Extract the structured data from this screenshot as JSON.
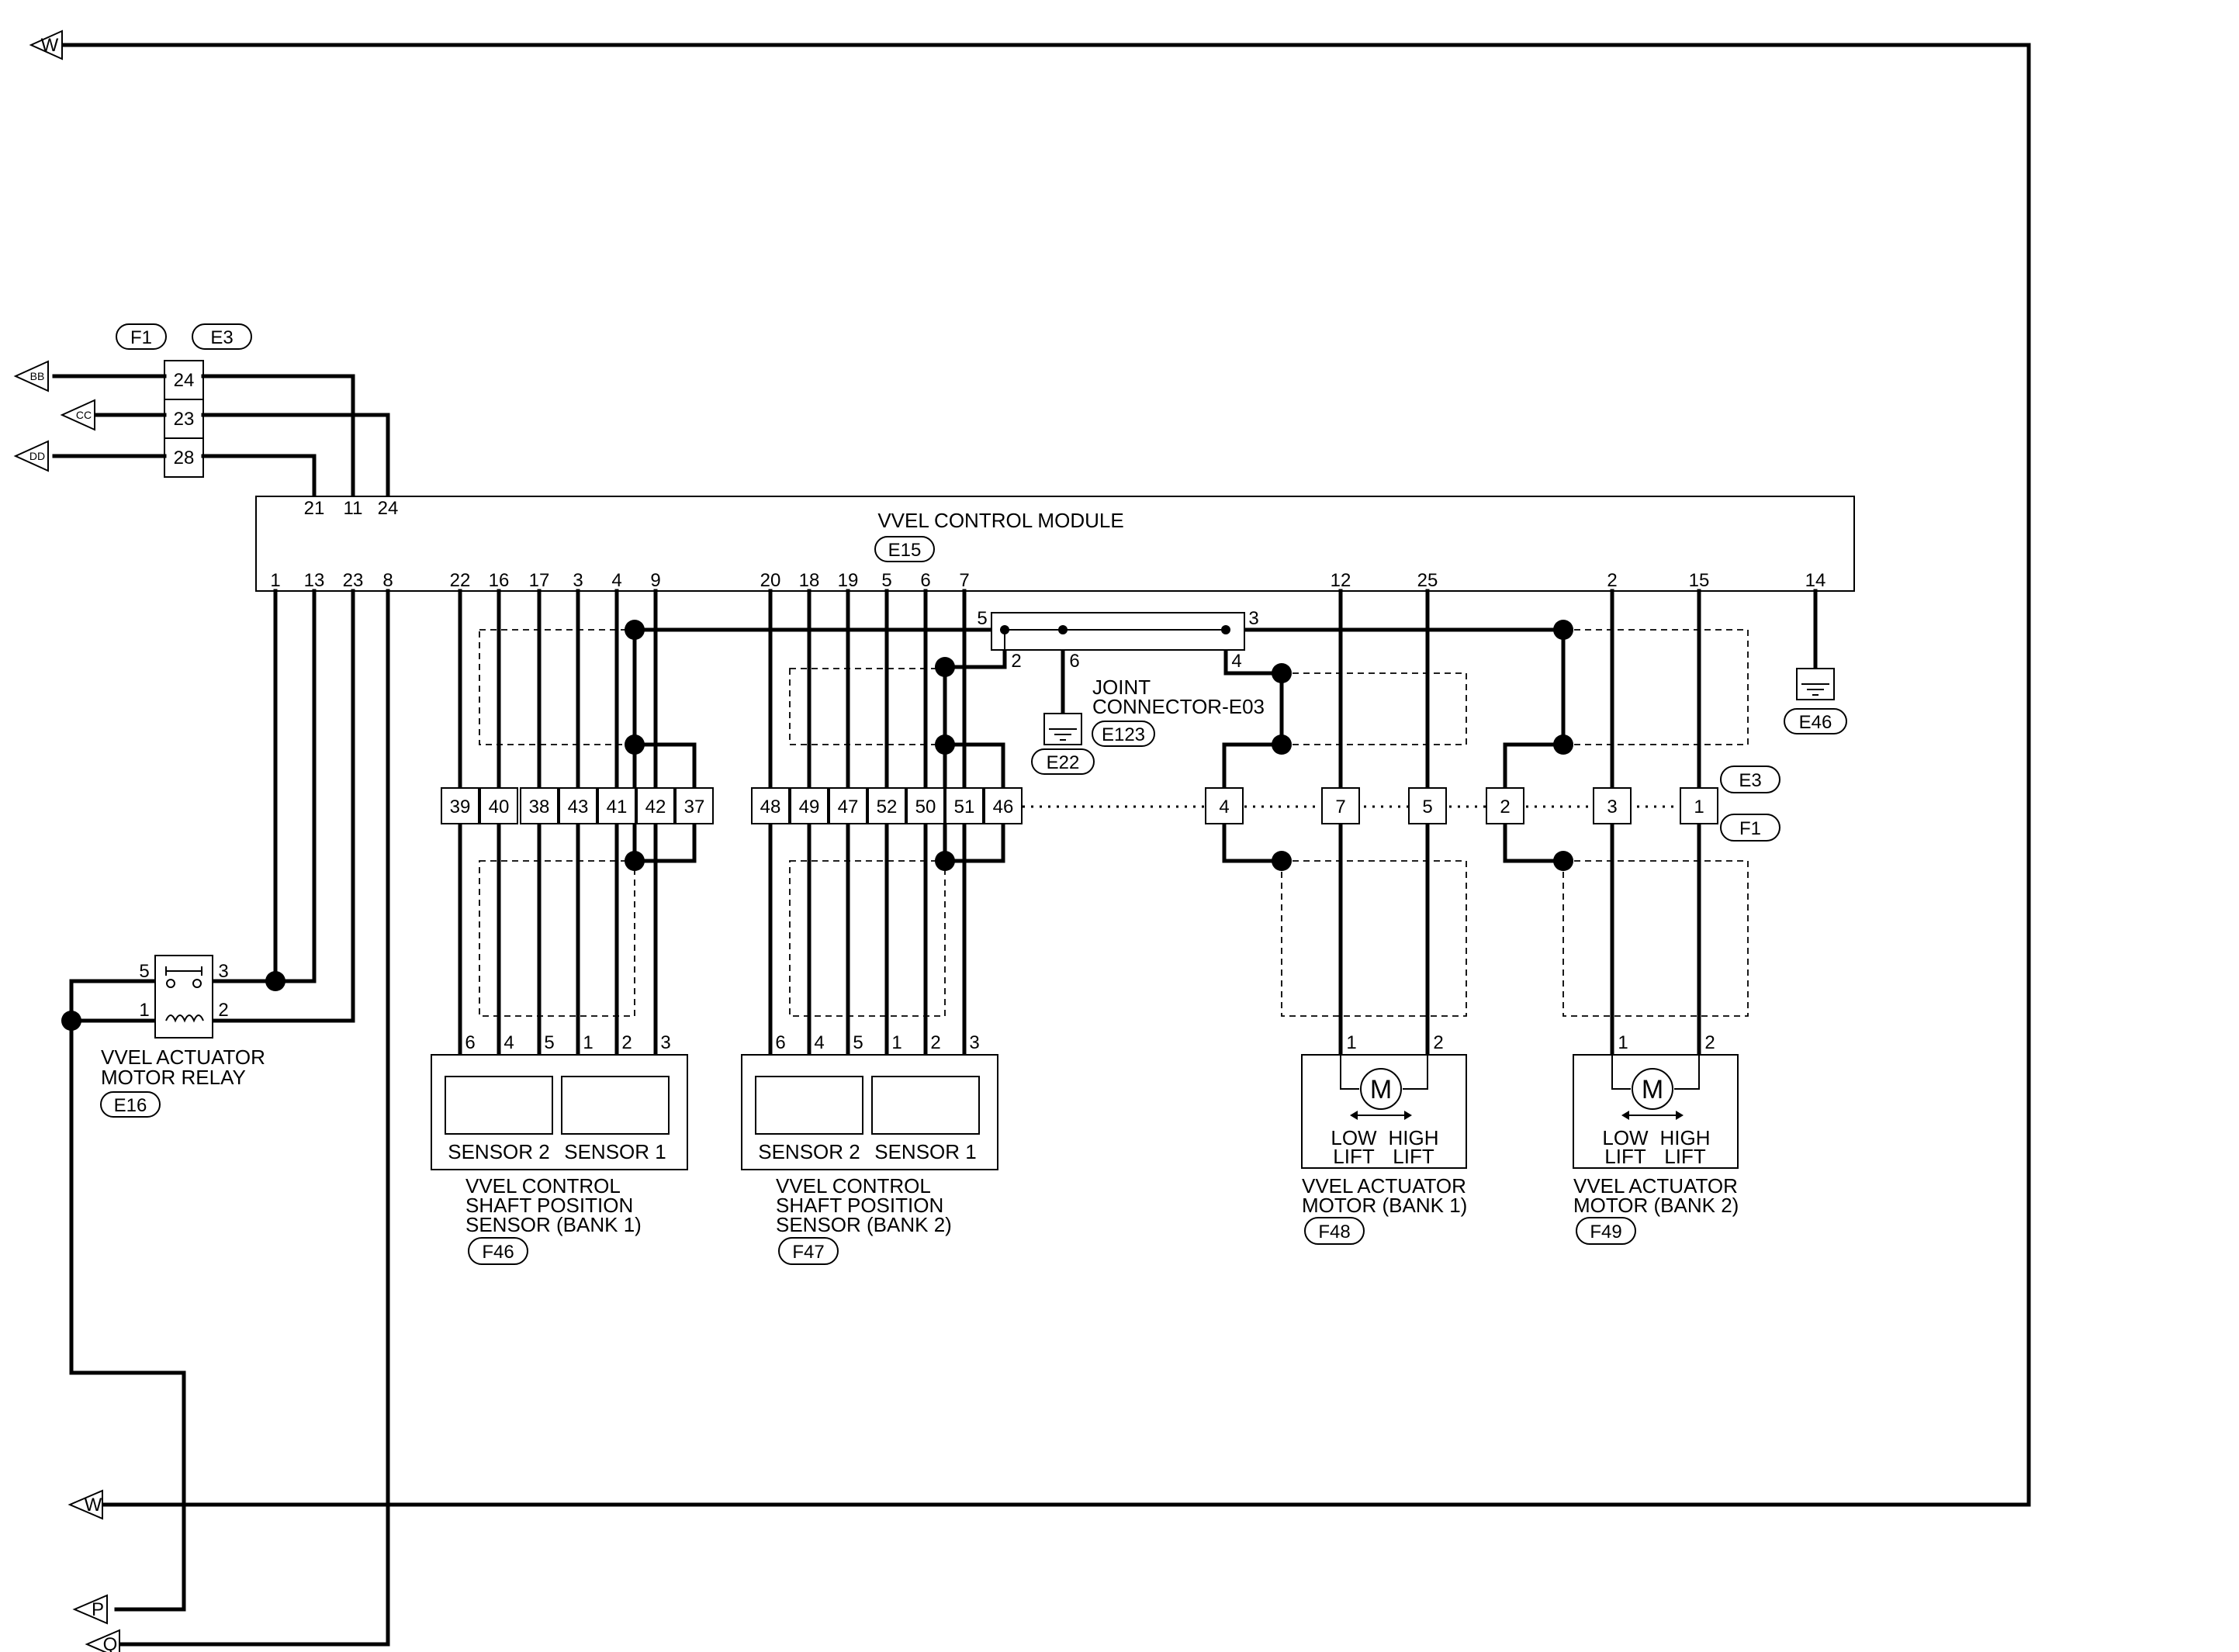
{
  "ground_symbol_icon": "ground-icon",
  "arrow_icon": "connector-arrow-icon",
  "off_page": {
    "W_top": "W",
    "W_bottom": "W",
    "BB": "BB",
    "CC": "CC",
    "DD": "DD",
    "P": "P",
    "Q": "Q"
  },
  "top_connector": {
    "tag_left": "F1",
    "tag_right": "E3",
    "pins": [
      "24",
      "23",
      "28"
    ]
  },
  "module": {
    "title": "VVEL CONTROL MODULE",
    "tag": "E15",
    "top_pins": [
      "21",
      "11",
      "24"
    ],
    "bottom_pins": [
      "1",
      "13",
      "23",
      "8",
      "22",
      "16",
      "17",
      "3",
      "4",
      "9",
      "20",
      "18",
      "19",
      "5",
      "6",
      "7",
      "12",
      "25",
      "2",
      "15",
      "14"
    ]
  },
  "joint": {
    "line1": "JOINT",
    "line2": "CONNECTOR-E03",
    "tag": "E123",
    "pins": [
      "5",
      "3",
      "2",
      "6",
      "4"
    ]
  },
  "grounds": {
    "g1": "E22",
    "g2": "E46"
  },
  "inline": {
    "pins": [
      "39",
      "40",
      "38",
      "43",
      "41",
      "42",
      "37",
      "48",
      "49",
      "47",
      "52",
      "50",
      "51",
      "46",
      "4",
      "7",
      "5",
      "2",
      "3",
      "1"
    ],
    "tag_e3": "E3",
    "tag_f1": "F1"
  },
  "relay": {
    "line1": "VVEL ACTUATOR",
    "line2": "MOTOR RELAY",
    "tag": "E16",
    "pins": [
      "5",
      "3",
      "1",
      "2"
    ]
  },
  "sensor1": {
    "pins": [
      "6",
      "4",
      "5",
      "1",
      "2",
      "3"
    ],
    "s2": "SENSOR 2",
    "s1": "SENSOR 1",
    "line1": "VVEL CONTROL",
    "line2": "SHAFT POSITION",
    "line3": "SENSOR (BANK 1)",
    "tag": "F46"
  },
  "sensor2": {
    "pins": [
      "6",
      "4",
      "5",
      "1",
      "2",
      "3"
    ],
    "s2": "SENSOR 2",
    "s1": "SENSOR 1",
    "line1": "VVEL CONTROL",
    "line2": "SHAFT POSITION",
    "line3": "SENSOR (BANK 2)",
    "tag": "F47"
  },
  "motor1": {
    "pins": [
      "1",
      "2"
    ],
    "m": "M",
    "low1": "LOW",
    "low2": "LIFT",
    "high1": "HIGH",
    "high2": "LIFT",
    "line1": "VVEL ACTUATOR",
    "line2": "MOTOR (BANK 1)",
    "tag": "F48"
  },
  "motor2": {
    "pins": [
      "1",
      "2"
    ],
    "m": "M",
    "low1": "LOW",
    "low2": "LIFT",
    "high1": "HIGH",
    "high2": "LIFT",
    "line1": "VVEL ACTUATOR",
    "line2": "MOTOR (BANK 2)",
    "tag": "F49"
  }
}
